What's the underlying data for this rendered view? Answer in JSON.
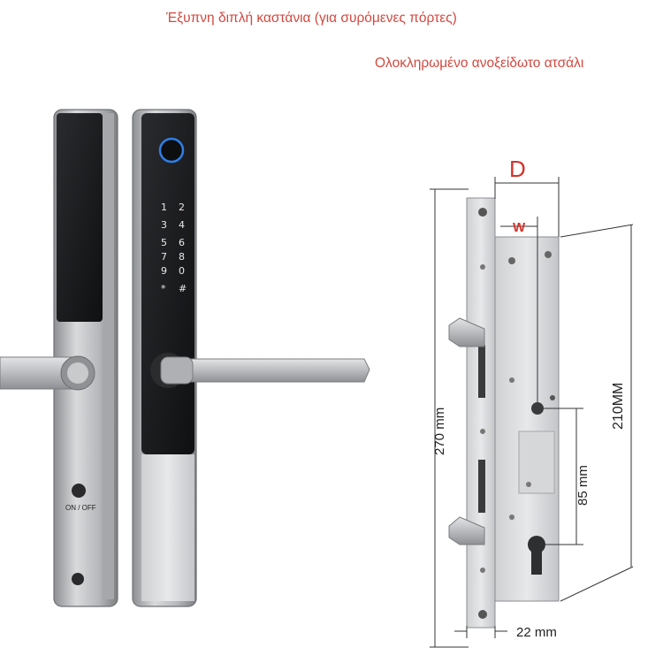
{
  "headline": "Έξυπνη διπλή καστάνια (για συρόμενες πόρτες)",
  "subline": "Ολοκληρωμένο ανοξείδωτο ατσάλι",
  "handle": {
    "switch_label": "ON / OFF",
    "keypad": [
      "1",
      "2",
      "3",
      "4",
      "5",
      "6",
      "7",
      "8",
      "9",
      "0",
      "*",
      "#"
    ]
  },
  "lock_body": {
    "dim_D": "D",
    "dim_W": "W",
    "dim_total": "270 mm",
    "dim_body": "210MM",
    "dim_center": "85 mm",
    "dim_faceplate": "22 mm"
  },
  "colors": {
    "caption": "#d2483f",
    "dim_letters": "#d2322b",
    "fingerprint_ring": "#2f7ee6"
  }
}
